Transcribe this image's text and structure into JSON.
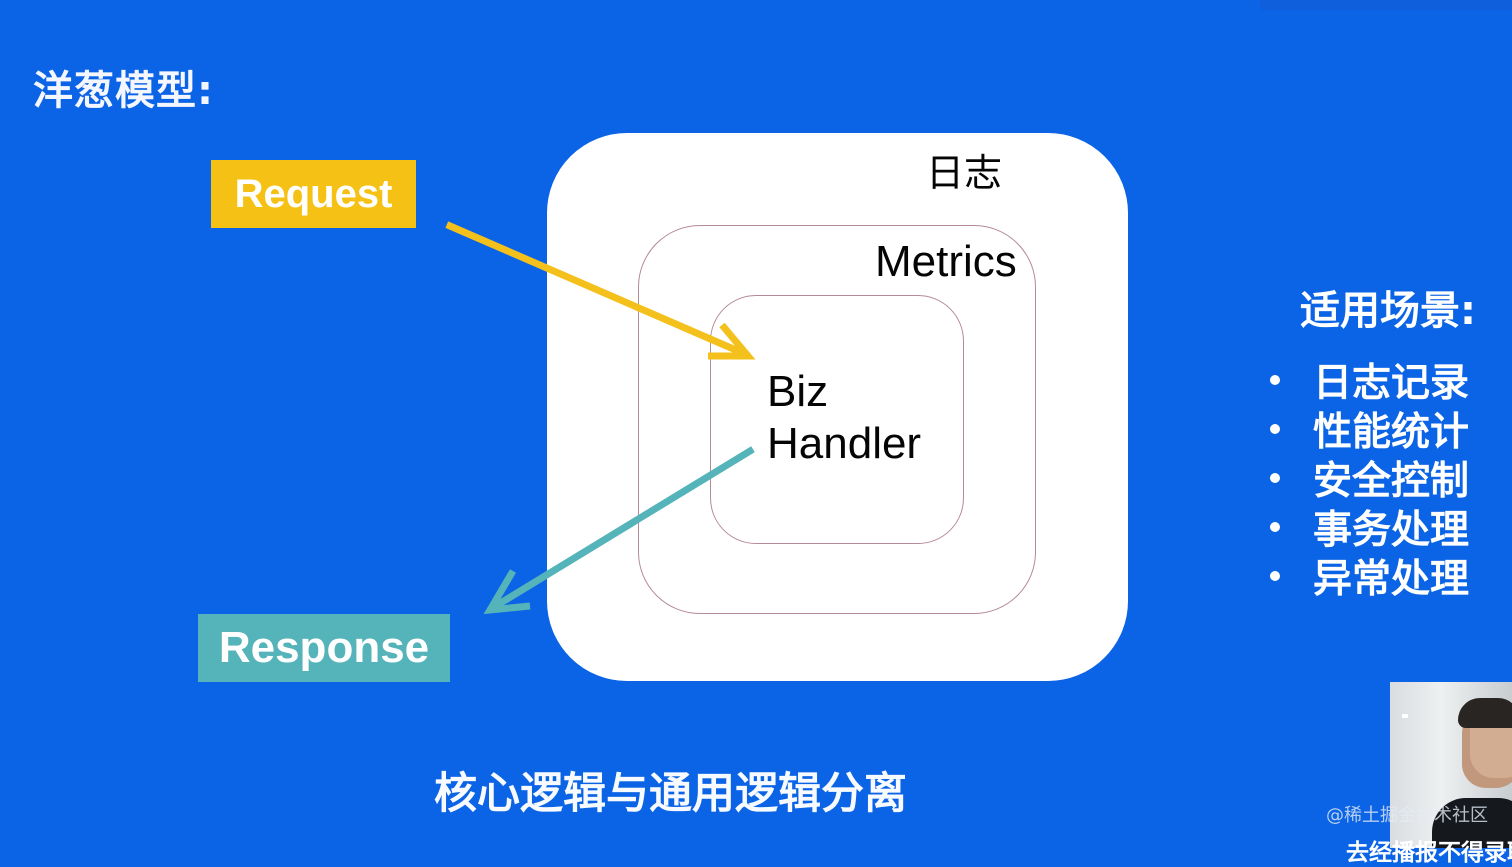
{
  "slide": {
    "title": "洋葱模型:",
    "caption": "核心逻辑与通用逻辑分离"
  },
  "flow": {
    "request": "Request",
    "response": "Response"
  },
  "onion": {
    "outer_label": "日志",
    "middle_label": "Metrics",
    "inner_label": "Biz\nHandler"
  },
  "scenarios": {
    "title": "适用场景:",
    "items": [
      "日志记录",
      "性能统计",
      "安全控制",
      "事务处理",
      "异常处理"
    ]
  },
  "overlay": {
    "watermark": "@稀土掘金技术社区",
    "cut_subtitle": "去经播报不得录取"
  },
  "colors": {
    "background": "#0b63e5",
    "request": "#f5c114",
    "response": "#55b3ba",
    "onion_fill": "#ffffff",
    "onion_stroke": "#b58b96",
    "request_arrow": "#f4c01b",
    "response_arrow": "#55b3ba"
  },
  "icons": {
    "request_arrow": "arrow-down-right-icon",
    "response_arrow": "arrow-down-left-icon",
    "bullet": "bullet-icon"
  }
}
